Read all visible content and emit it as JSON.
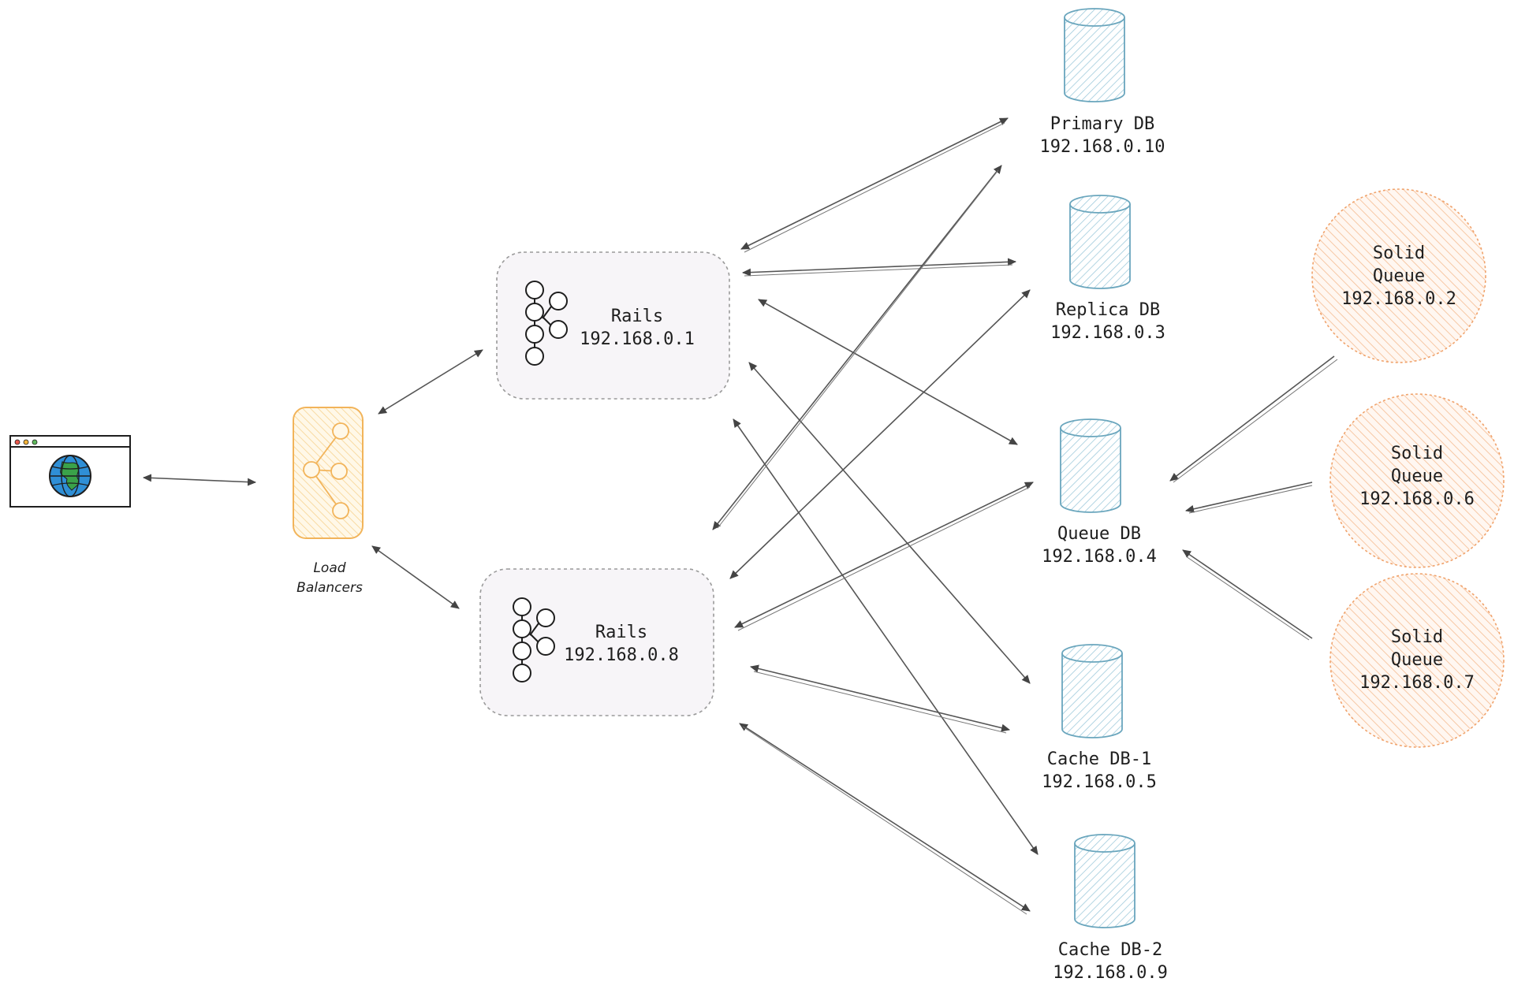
{
  "colors": {
    "db_stroke": "#6aa6bd",
    "db_fill": "#d4ebf2",
    "queue_stroke": "#f0a36c",
    "queue_fill": "#fde1cb",
    "lb_stroke": "#f2b45a",
    "lb_fill": "#fcecc8",
    "rails_fill": "#f7f5f8",
    "rails_stroke": "#9a9a9a",
    "globe_blue": "#2f8fd6",
    "globe_green": "#3aa24a",
    "edge": "#555555"
  },
  "browser": {
    "icon": "globe-icon",
    "dots": [
      "#e8584c",
      "#f3b43b",
      "#5fb85c"
    ]
  },
  "load_balancer": {
    "icon": "share-icon",
    "label_line1": "Load",
    "label_line2": "Balancers"
  },
  "rails_servers": [
    {
      "name": "Rails",
      "ip": "192.168.0.1",
      "icon": "kafka-cluster-icon"
    },
    {
      "name": "Rails",
      "ip": "192.168.0.8",
      "icon": "kafka-cluster-icon"
    }
  ],
  "databases": [
    {
      "name": "Primary DB",
      "ip": "192.168.0.10"
    },
    {
      "name": "Replica DB",
      "ip": "192.168.0.3"
    },
    {
      "name": "Queue DB",
      "ip": "192.168.0.4"
    },
    {
      "name": "Cache DB-1",
      "ip": "192.168.0.5"
    },
    {
      "name": "Cache DB-2",
      "ip": "192.168.0.9"
    }
  ],
  "solid_queues": [
    {
      "line1": "Solid",
      "line2": "Queue",
      "ip": "192.168.0.2"
    },
    {
      "line1": "Solid",
      "line2": "Queue",
      "ip": "192.168.0.6"
    },
    {
      "line1": "Solid",
      "line2": "Queue",
      "ip": "192.168.0.7"
    }
  ]
}
